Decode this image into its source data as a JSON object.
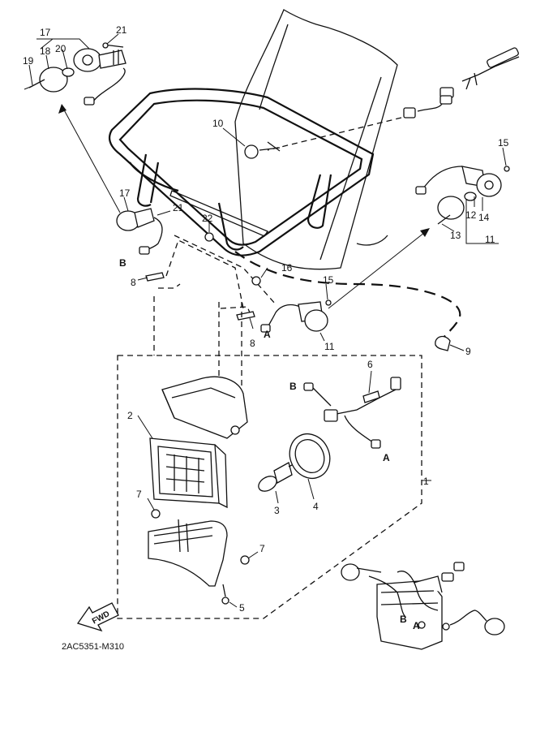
{
  "diagram": {
    "code": "2AC5351-M310",
    "fwd_label": "FWD",
    "connectors": {
      "a": "A",
      "b": "B"
    },
    "callouts": {
      "c1": "1",
      "c2": "2",
      "c3": "3",
      "c4": "4",
      "c5": "5",
      "c6": "6",
      "c7a": "7",
      "c7b": "7",
      "c8a": "8",
      "c8b": "8",
      "c9": "9",
      "c10": "10",
      "c11a": "11",
      "c11b": "11",
      "c12": "12",
      "c13": "13",
      "c14": "14",
      "c15a": "15",
      "c15b": "15",
      "c16": "16",
      "c17a": "17",
      "c17b": "17",
      "c18": "18",
      "c19": "19",
      "c20": "20",
      "c21a": "21",
      "c21b": "21",
      "c22": "22"
    },
    "inset_labels": {
      "b": "B",
      "a": "A"
    }
  }
}
